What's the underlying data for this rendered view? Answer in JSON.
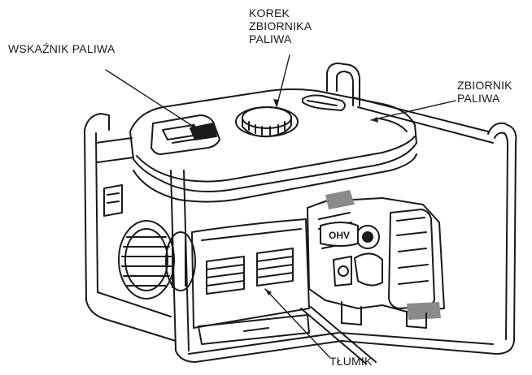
{
  "labels": {
    "fuel_gauge": [
      "WSKAŹNIK PALIWA"
    ],
    "fuel_cap": [
      "KOREK",
      "ZBIORNIKA",
      "PALIWA"
    ],
    "fuel_tank": [
      "ZBIORNIK",
      "PALIWA"
    ],
    "muffler": [
      "TŁUMIK"
    ]
  },
  "engine_badge": "OHV",
  "colors": {
    "ink": "#1a1a1a",
    "paper": "#ffffff",
    "shade": "#8a8a8a"
  }
}
